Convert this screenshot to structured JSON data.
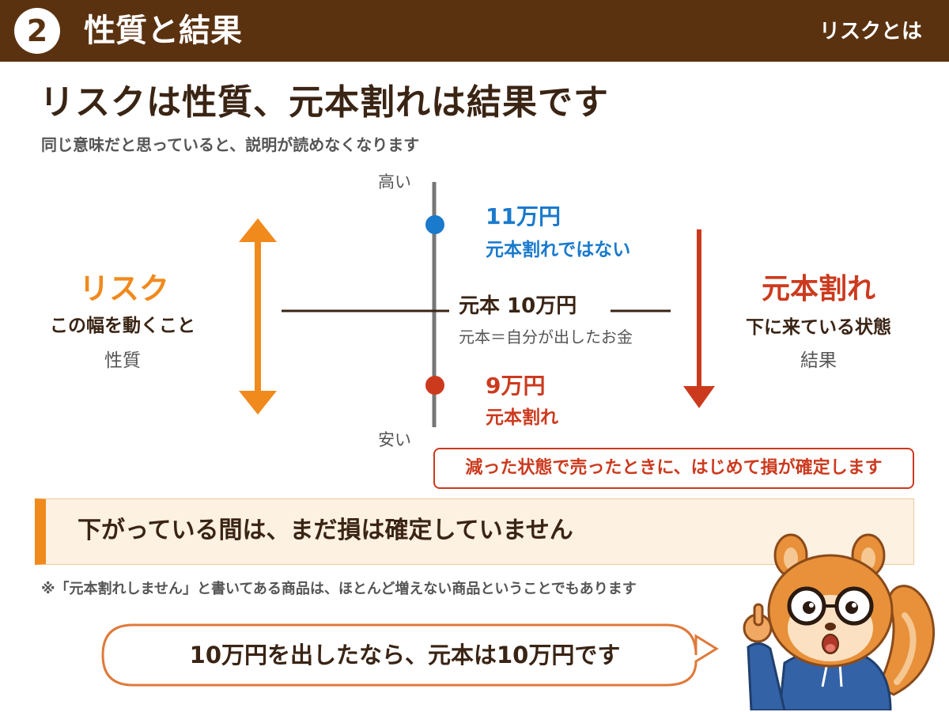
{
  "header": {
    "number": "2",
    "title": "性質と結果",
    "section": "リスクとは"
  },
  "title": "リスクは性質、元本割れは結果です",
  "subtitle": "同じ意味だと思っていると、説明が読めなくなります",
  "diagram": {
    "risk": {
      "title": "リスク",
      "description": "この幅を動くこと",
      "nature": "性質"
    },
    "axis": {
      "high": "高い",
      "low": "安い"
    },
    "up_point": {
      "value": "11万円",
      "status": "元本割れではない"
    },
    "principal": {
      "label": "元本 10万円",
      "definition": "元本＝自分が出したお金"
    },
    "down_point": {
      "value": "9万円",
      "status": "元本割れ"
    },
    "loss": {
      "title": "元本割れ",
      "description": "下に来ている状態",
      "result": "結果"
    },
    "colors": {
      "risk": "#f08a1c",
      "up": "#1a7acc",
      "down": "#cc3a1e",
      "header": "#5a3210"
    }
  },
  "confirm_note": "減った状態で売ったときに、はじめて損が確定します",
  "banner": "下がっている間は、まだ損は確定していません",
  "footnote": "※「元本割れしません」と書いてある商品は、ほとんど増えない商品ということでもあります",
  "speech": "10万円を出したなら、元本は10万円です",
  "mascot": "squirrel-mascot"
}
